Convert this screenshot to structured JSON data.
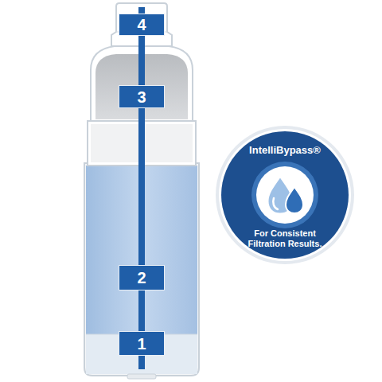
{
  "diagram": {
    "nodes": [
      {
        "text": [
          "4"
        ]
      },
      {
        "text": [
          "3"
        ]
      },
      {
        "text": [
          "2"
        ]
      },
      {
        "text": [
          "1"
        ]
      },
      {
        "text": [
          "IntelliBypass®",
          "For Consistent Filtration Results."
        ]
      }
    ],
    "edges": [
      {
        "from": 3,
        "to": 2,
        "arrow": "none"
      },
      {
        "from": 2,
        "to": 1,
        "arrow": "none"
      },
      {
        "from": 1,
        "to": 0,
        "arrow": "none"
      }
    ]
  }
}
